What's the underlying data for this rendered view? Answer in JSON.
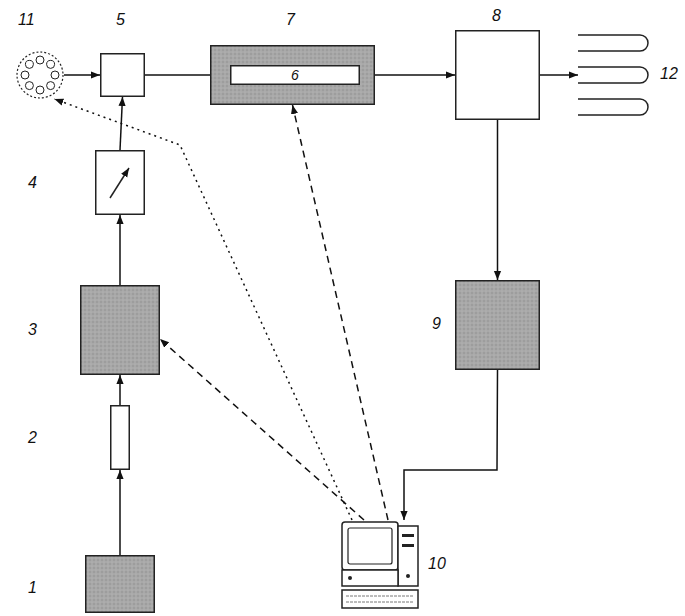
{
  "diagram": {
    "nodes": [
      {
        "text": [
          "1"
        ]
      },
      {
        "text": [
          "2"
        ]
      },
      {
        "text": [
          "3"
        ]
      },
      {
        "text": [
          "4"
        ]
      },
      {
        "text": [
          "5"
        ]
      },
      {
        "text": [
          "7"
        ]
      },
      {
        "text": [
          "6"
        ],
        "in": 5
      },
      {
        "text": [
          "8"
        ]
      },
      {
        "text": [
          "9"
        ]
      },
      {
        "text": [
          "10"
        ]
      },
      {
        "text": [
          "11"
        ]
      },
      {
        "text": [
          "12"
        ]
      }
    ],
    "edges": [
      {
        "from": 0,
        "to": 1,
        "arrow": "to"
      },
      {
        "from": 1,
        "to": 2,
        "arrow": "to"
      },
      {
        "from": 2,
        "to": 3,
        "arrow": "to"
      },
      {
        "from": 3,
        "to": 4,
        "arrow": "to"
      },
      {
        "from": 10,
        "to": 4,
        "arrow": "to"
      },
      {
        "from": 4,
        "to": 6,
        "arrow": "to"
      },
      {
        "from": 6,
        "to": 7,
        "arrow": "to"
      },
      {
        "from": 7,
        "to": 11,
        "arrow": "to"
      },
      {
        "from": 7,
        "to": 8,
        "arrow": "to"
      },
      {
        "from": 8,
        "to": 9,
        "arrow": "to"
      },
      {
        "from": 9,
        "to": 2,
        "arrow": "to"
      },
      {
        "from": 9,
        "to": 5,
        "arrow": "to"
      },
      {
        "from": 9,
        "to": 10,
        "arrow": "to"
      }
    ]
  }
}
